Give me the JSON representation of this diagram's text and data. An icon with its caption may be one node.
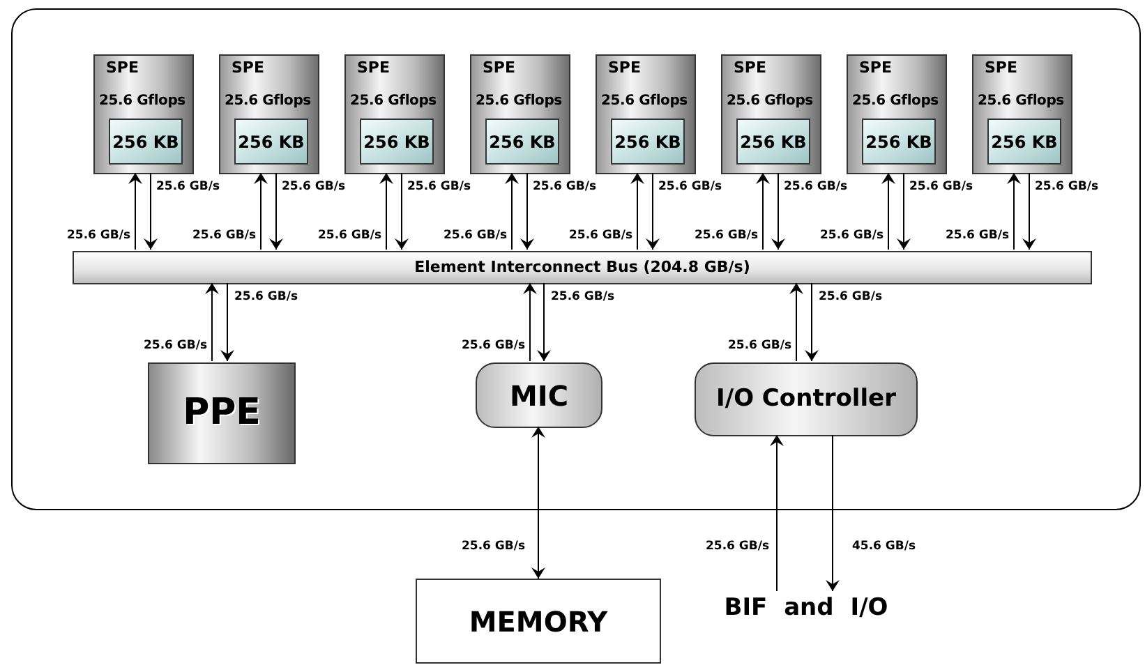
{
  "diagram": {
    "nodes": [
      {
        "text": [],
        "shape": "box"
      },
      {
        "text": [
          "SPE",
          "25.6 Gflops"
        ],
        "in": 0
      },
      {
        "text": [
          "256 KB"
        ],
        "in": 1
      },
      {
        "text": [
          "SPE",
          "25.6 Gflops"
        ],
        "in": 0
      },
      {
        "text": [
          "256 KB"
        ],
        "in": 3
      },
      {
        "text": [
          "SPE",
          "25.6 Gflops"
        ],
        "in": 0
      },
      {
        "text": [
          "256 KB"
        ],
        "in": 5
      },
      {
        "text": [
          "SPE",
          "25.6 Gflops"
        ],
        "in": 0
      },
      {
        "text": [
          "256 KB"
        ],
        "in": 7
      },
      {
        "text": [
          "SPE",
          "25.6 Gflops"
        ],
        "in": 0
      },
      {
        "text": [
          "256 KB"
        ],
        "in": 9
      },
      {
        "text": [
          "SPE",
          "25.6 Gflops"
        ],
        "in": 0
      },
      {
        "text": [
          "256 KB"
        ],
        "in": 11
      },
      {
        "text": [
          "SPE",
          "25.6 Gflops"
        ],
        "in": 0
      },
      {
        "text": [
          "256 KB"
        ],
        "in": 13
      },
      {
        "text": [
          "SPE",
          "25.6 Gflops"
        ],
        "in": 0
      },
      {
        "text": [
          "256 KB"
        ],
        "in": 15
      },
      {
        "text": [
          "Element Interconnect Bus (204.8 GB/s)"
        ],
        "in": 0
      },
      {
        "text": [
          "PPE"
        ],
        "in": 0
      },
      {
        "text": [
          "MIC"
        ],
        "in": 0
      },
      {
        "text": [
          "I/O Controller"
        ],
        "in": 0
      },
      {
        "text": [
          "MEMORY"
        ]
      },
      {
        "text": [
          "BIF and I/O"
        ]
      }
    ],
    "edges": [
      {
        "from": 17,
        "to": 1,
        "arrow": "to",
        "label": "25.6 GB/s"
      },
      {
        "from": 1,
        "to": 17,
        "arrow": "to",
        "label": "25.6 GB/s"
      },
      {
        "from": 17,
        "to": 3,
        "arrow": "to",
        "label": "25.6 GB/s"
      },
      {
        "from": 3,
        "to": 17,
        "arrow": "to",
        "label": "25.6 GB/s"
      },
      {
        "from": 17,
        "to": 5,
        "arrow": "to",
        "label": "25.6 GB/s"
      },
      {
        "from": 5,
        "to": 17,
        "arrow": "to",
        "label": "25.6 GB/s"
      },
      {
        "from": 17,
        "to": 7,
        "arrow": "to",
        "label": "25.6 GB/s"
      },
      {
        "from": 7,
        "to": 17,
        "arrow": "to",
        "label": "25.6 GB/s"
      },
      {
        "from": 17,
        "to": 9,
        "arrow": "to",
        "label": "25.6 GB/s"
      },
      {
        "from": 9,
        "to": 17,
        "arrow": "to",
        "label": "25.6 GB/s"
      },
      {
        "from": 17,
        "to": 11,
        "arrow": "to",
        "label": "25.6 GB/s"
      },
      {
        "from": 11,
        "to": 17,
        "arrow": "to",
        "label": "25.6 GB/s"
      },
      {
        "from": 17,
        "to": 13,
        "arrow": "to",
        "label": "25.6 GB/s"
      },
      {
        "from": 13,
        "to": 17,
        "arrow": "to",
        "label": "25.6 GB/s"
      },
      {
        "from": 17,
        "to": 15,
        "arrow": "to",
        "label": "25.6 GB/s"
      },
      {
        "from": 15,
        "to": 17,
        "arrow": "to",
        "label": "25.6 GB/s"
      },
      {
        "from": 18,
        "to": 17,
        "arrow": "to",
        "label": "25.6 GB/s"
      },
      {
        "from": 17,
        "to": 18,
        "arrow": "to",
        "label": "25.6 GB/s"
      },
      {
        "from": 19,
        "to": 17,
        "arrow": "to",
        "label": "25.6 GB/s"
      },
      {
        "from": 17,
        "to": 19,
        "arrow": "to",
        "label": "25.6 GB/s"
      },
      {
        "from": 20,
        "to": 17,
        "arrow": "to",
        "label": "25.6 GB/s"
      },
      {
        "from": 17,
        "to": 20,
        "arrow": "to",
        "label": "25.6 GB/s"
      },
      {
        "from": 19,
        "to": 21,
        "arrow": "both",
        "label": "25.6 GB/s"
      },
      {
        "from": 22,
        "to": 20,
        "arrow": "to",
        "label": "25.6 GB/s"
      },
      {
        "from": 20,
        "to": 22,
        "arrow": "to",
        "label": "45.6 GB/s"
      }
    ]
  }
}
